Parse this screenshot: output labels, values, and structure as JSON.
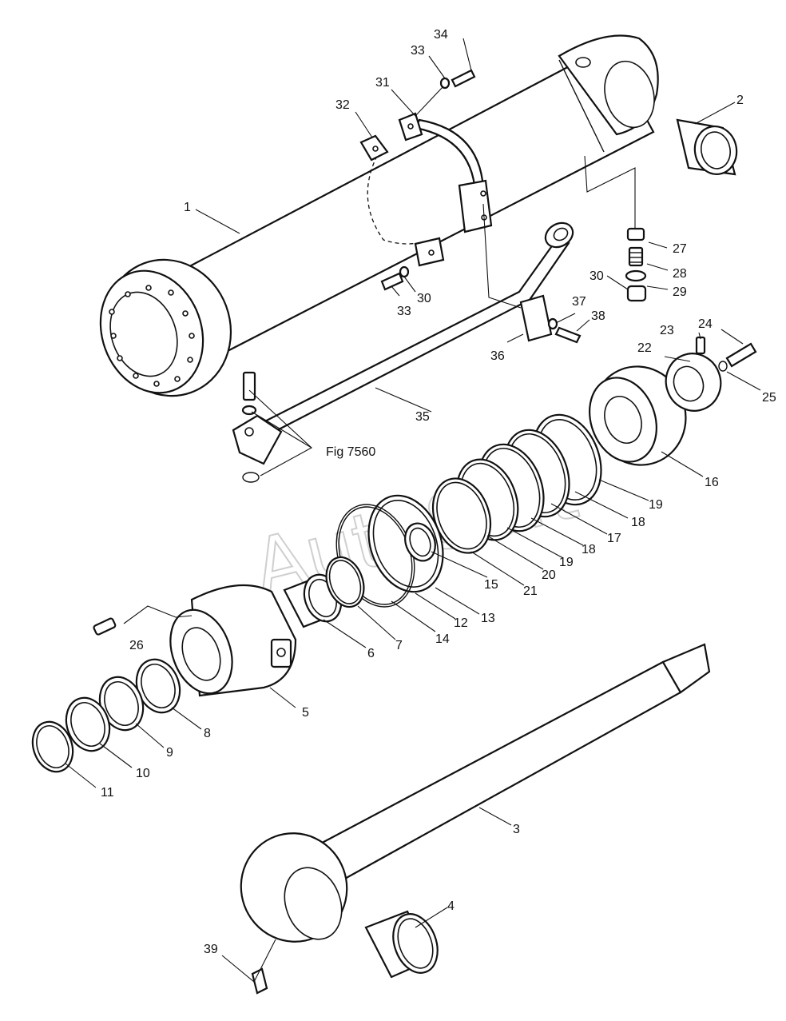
{
  "figure_reference": "Fig 7560",
  "watermark": "AutoSoft",
  "parts": [
    {
      "number": "1"
    },
    {
      "number": "2"
    },
    {
      "number": "3"
    },
    {
      "number": "4"
    },
    {
      "number": "5"
    },
    {
      "number": "6"
    },
    {
      "number": "7"
    },
    {
      "number": "8"
    },
    {
      "number": "9"
    },
    {
      "number": "10"
    },
    {
      "number": "11"
    },
    {
      "number": "12"
    },
    {
      "number": "13"
    },
    {
      "number": "14"
    },
    {
      "number": "15"
    },
    {
      "number": "16"
    },
    {
      "number": "17"
    },
    {
      "number": "18"
    },
    {
      "number": "18"
    },
    {
      "number": "19"
    },
    {
      "number": "19"
    },
    {
      "number": "20"
    },
    {
      "number": "21"
    },
    {
      "number": "22"
    },
    {
      "number": "23"
    },
    {
      "number": "24"
    },
    {
      "number": "25"
    },
    {
      "number": "26"
    },
    {
      "number": "27"
    },
    {
      "number": "28"
    },
    {
      "number": "29"
    },
    {
      "number": "30"
    },
    {
      "number": "30"
    },
    {
      "number": "31"
    },
    {
      "number": "32"
    },
    {
      "number": "33"
    },
    {
      "number": "33"
    },
    {
      "number": "34"
    },
    {
      "number": "35"
    },
    {
      "number": "36"
    },
    {
      "number": "37"
    },
    {
      "number": "38"
    },
    {
      "number": "39"
    }
  ]
}
